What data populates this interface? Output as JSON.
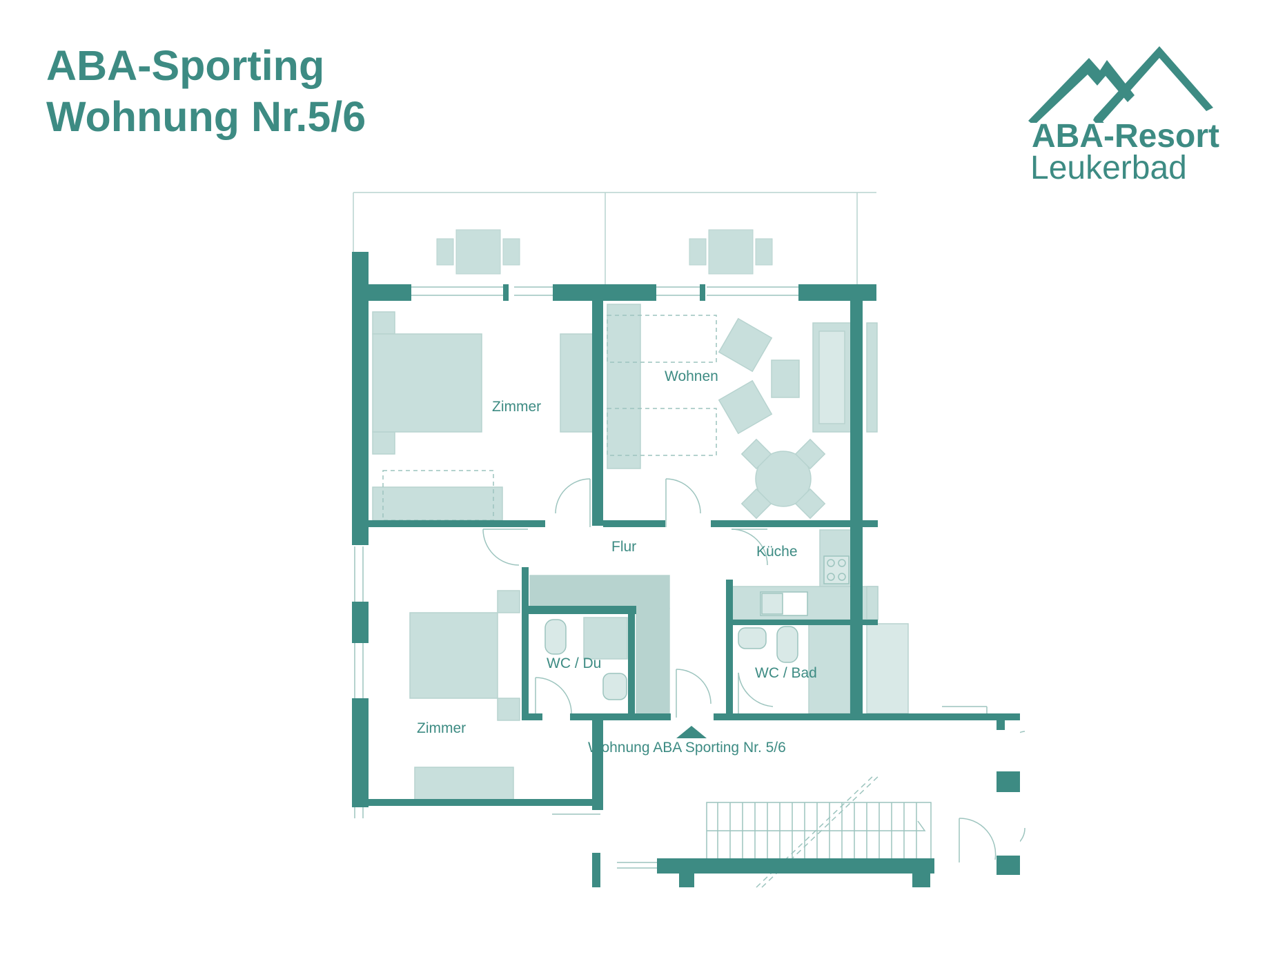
{
  "header": {
    "title_line1": "ABA-Sporting",
    "title_line2": "Wohnung Nr.5/6"
  },
  "logo": {
    "name": "ABA-Resort",
    "place": "Leukerbad",
    "icon": "mountains-icon"
  },
  "plan": {
    "rooms": {
      "zimmer_top": "Zimmer",
      "wohnen": "Wohnen",
      "flur": "Flur",
      "kueche": "Küche",
      "wc_du": "WC / Du",
      "wc_bad": "WC / Bad",
      "zimmer_bottom": "Zimmer"
    },
    "entrance_label": "Wohnung ABA Sporting Nr. 5/6"
  },
  "colors": {
    "brand": "#3d8b83",
    "wall": "#3d8b83",
    "furniture": "#c8dfdc",
    "furniture_dark": "#b7d3cf",
    "thin_line": "#9cc4be"
  }
}
